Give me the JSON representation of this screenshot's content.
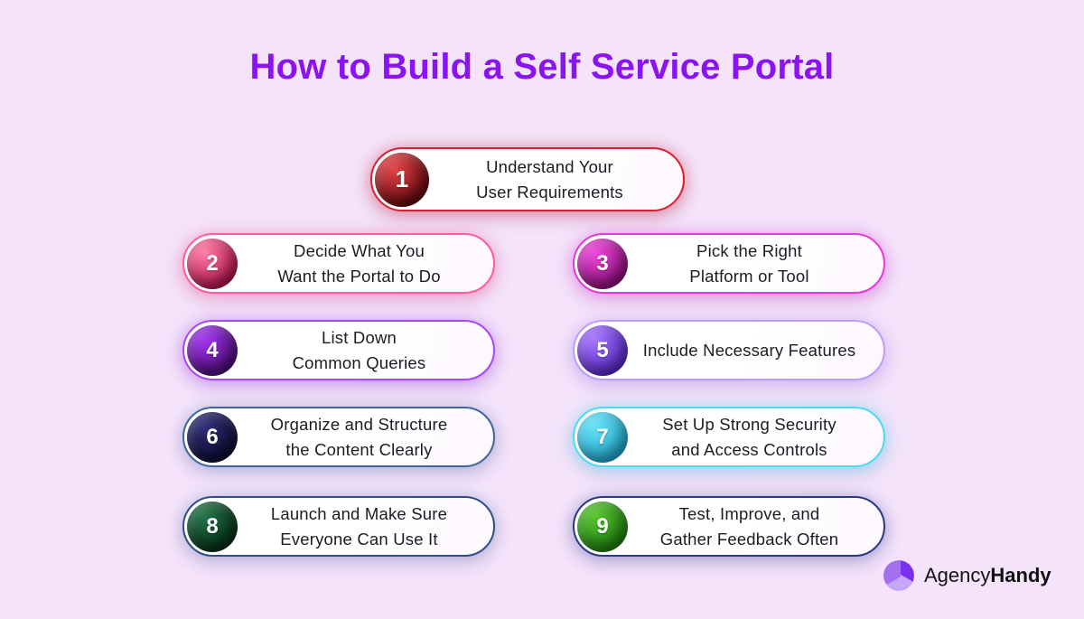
{
  "title": "How to Build a Self Service Portal",
  "title_color": "#8b12f1",
  "background_color": "#f4e3fa",
  "steps": [
    {
      "number": "1",
      "line1": "Understand Your",
      "line2": "User Requirements",
      "colors": {
        "sphere_top": "#e8454b",
        "sphere_bottom": "#5a0407",
        "border": "#d42030",
        "glow": "rgba(212,32,48,0.50)"
      }
    },
    {
      "number": "2",
      "line1": "Decide What You",
      "line2": "Want the Portal to Do",
      "colors": {
        "sphere_top": "#ff7da4",
        "sphere_bottom": "#ad0c49",
        "border": "#ff5c9c",
        "glow": "rgba(255,92,156,0.55)"
      }
    },
    {
      "number": "3",
      "line1": "Pick the Right",
      "line2": "Platform or Tool",
      "colors": {
        "sphere_top": "#ef49dd",
        "sphere_bottom": "#850b74",
        "border": "#e23ad8",
        "glow": "rgba(226,58,216,0.50)"
      }
    },
    {
      "number": "4",
      "line1": "List Down",
      "line2": "Common Queries",
      "colors": {
        "sphere_top": "#a335f2",
        "sphere_bottom": "#470a6e",
        "border": "#a845f5",
        "glow": "rgba(168,69,245,0.50)"
      }
    },
    {
      "number": "5",
      "line1": "Include Necessary Features",
      "line2": "",
      "colors": {
        "sphere_top": "#a678fa",
        "sphere_bottom": "#5322c4",
        "border": "#bb9cfa",
        "glow": "rgba(187,156,250,0.60)"
      }
    },
    {
      "number": "6",
      "line1": "Organize and Structure",
      "line2": "the Content Clearly",
      "colors": {
        "sphere_top": "#2f2e78",
        "sphere_bottom": "#0b0a2c",
        "border": "#41639c",
        "glow": "rgba(90,130,190,0.45)"
      }
    },
    {
      "number": "7",
      "line1": "Set Up Strong Security",
      "line2": "and Access Controls",
      "colors": {
        "sphere_top": "#67e2f4",
        "sphere_bottom": "#1ba4ca",
        "border": "#4ed9f2",
        "glow": "rgba(78,217,242,0.60)"
      }
    },
    {
      "number": "8",
      "line1": "Launch and Make Sure",
      "line2": "Everyone Can Use It",
      "colors": {
        "sphere_top": "#23754a",
        "sphere_bottom": "#042a12",
        "border": "#2e4f86",
        "glow": "rgba(70,110,170,0.40)"
      }
    },
    {
      "number": "9",
      "line1": "Test, Improve, and",
      "line2": "Gather Feedback Often",
      "colors": {
        "sphere_top": "#58c531",
        "sphere_bottom": "#1b7a0e",
        "border": "#283a80",
        "glow": "rgba(60,80,160,0.45)"
      }
    }
  ],
  "logo": {
    "brand_first": "Agency",
    "brand_second": "Handy",
    "icon": "agencyhandy-swirl-icon",
    "icon_colors": {
      "dark": "#7b2ff0",
      "mid": "#a270f0",
      "light": "#c7a6f7"
    }
  }
}
